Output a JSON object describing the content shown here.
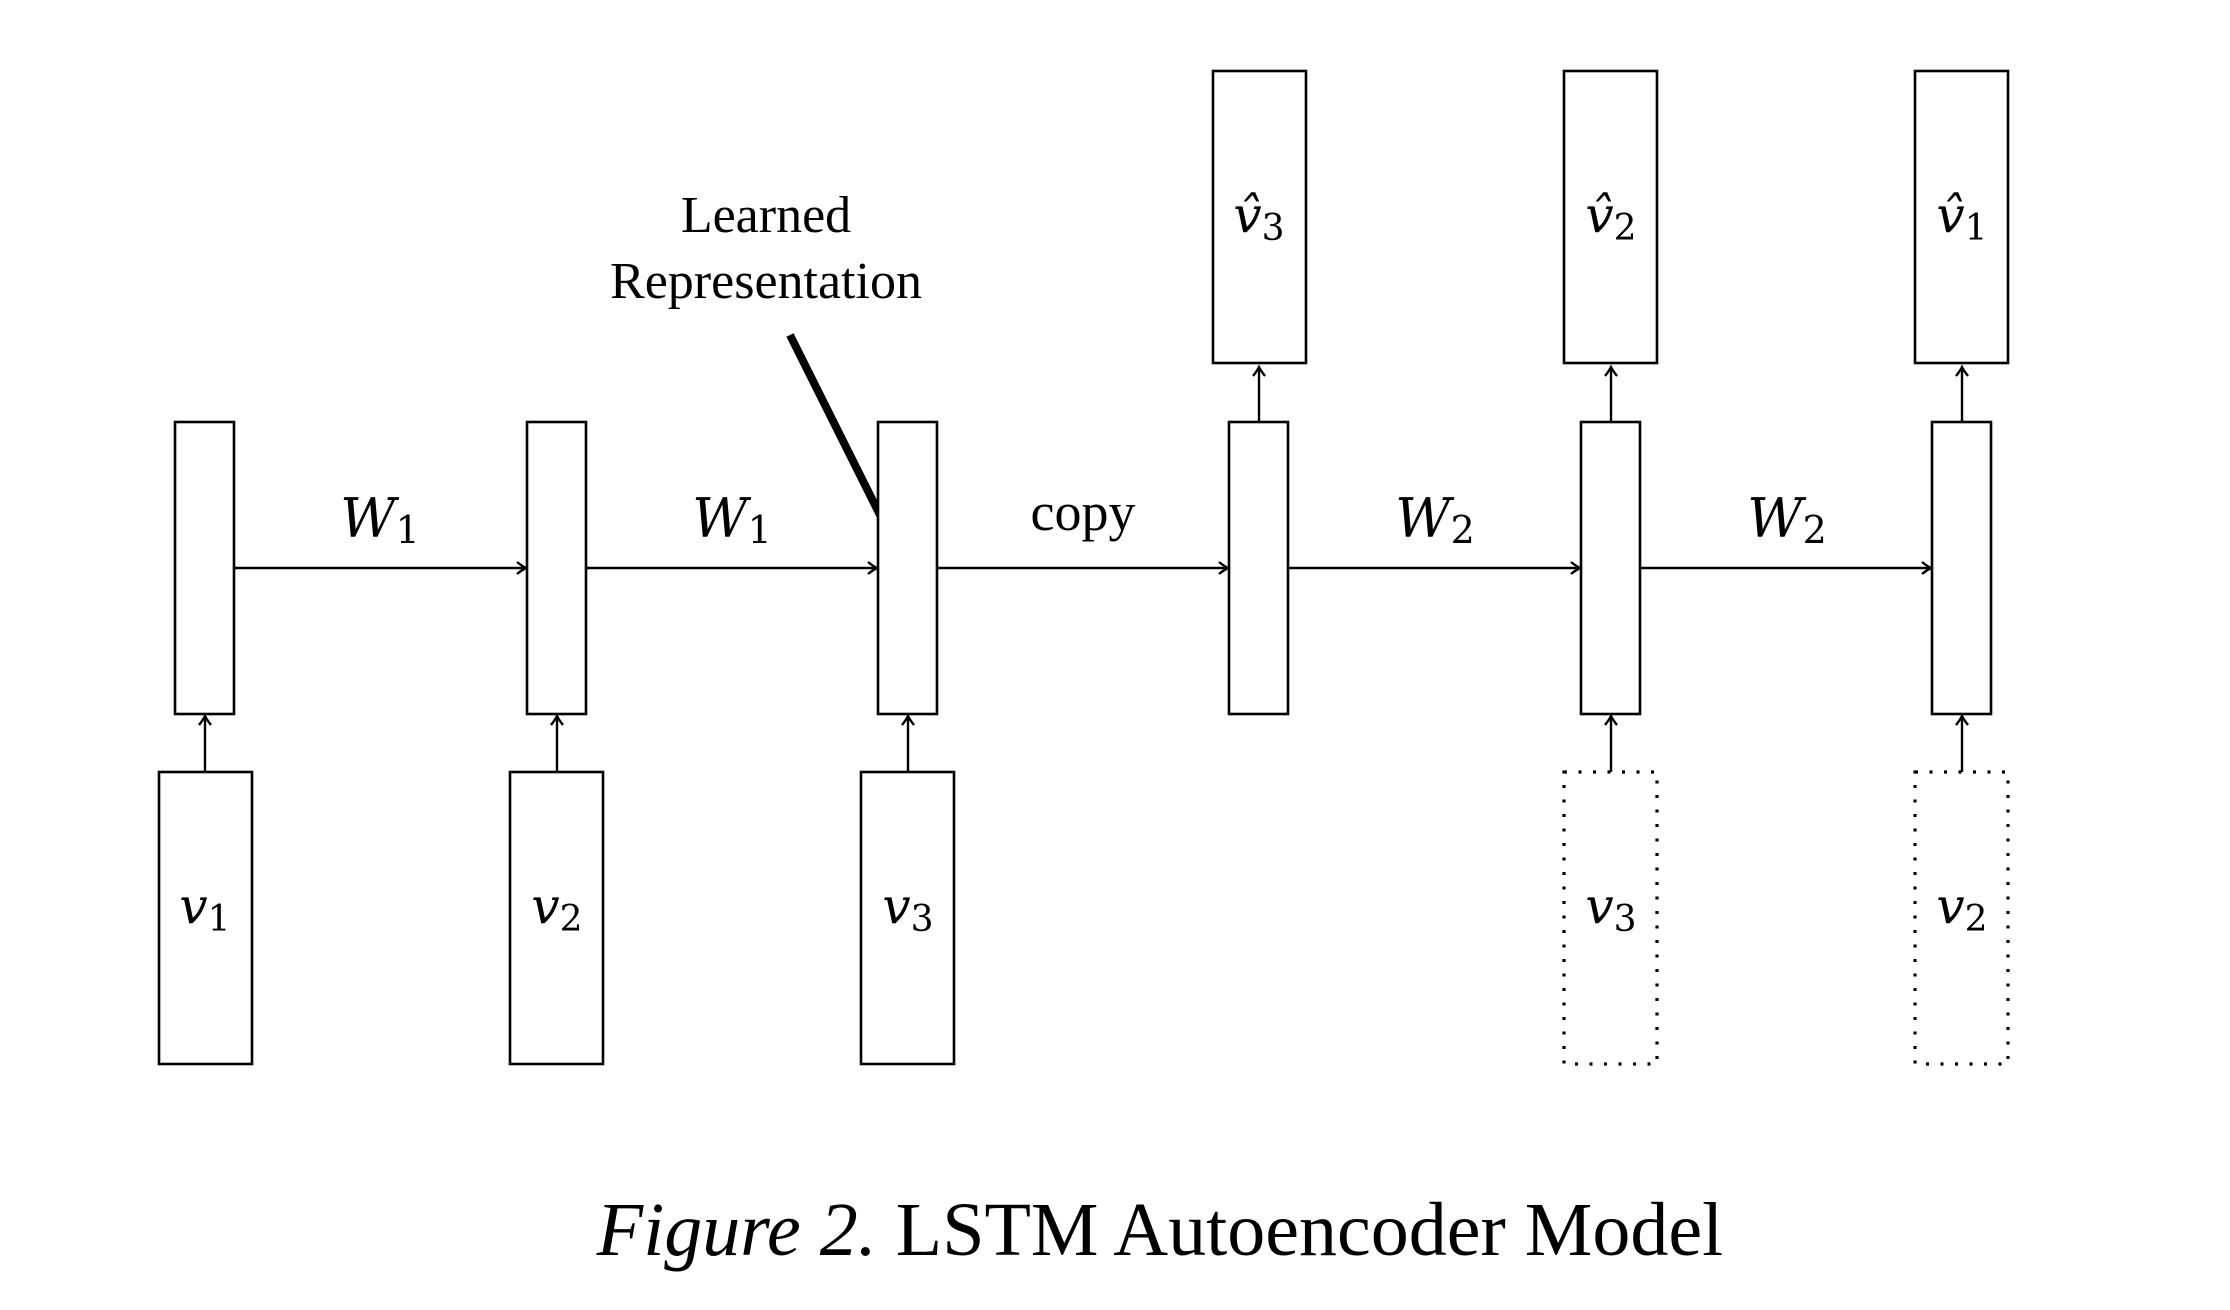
{
  "figure": {
    "caption_prefix": "Figure 2.",
    "caption_text": "LSTM Autoencoder Model",
    "annotation_line1": "Learned",
    "annotation_line2": "Representation",
    "colors": {
      "stroke": "#000000",
      "background": "#ffffff"
    }
  },
  "encoder": {
    "inputs": [
      {
        "var": "v",
        "sub": "1"
      },
      {
        "var": "v",
        "sub": "2"
      },
      {
        "var": "v",
        "sub": "3"
      }
    ],
    "transitions": [
      {
        "var": "W",
        "sub": "1"
      },
      {
        "var": "W",
        "sub": "1"
      }
    ]
  },
  "bridge": {
    "label": "copy"
  },
  "decoder": {
    "outputs": [
      {
        "var": "v̂",
        "sub": "3"
      },
      {
        "var": "v̂",
        "sub": "2"
      },
      {
        "var": "v̂",
        "sub": "1"
      }
    ],
    "conditioning_inputs": [
      {
        "var": "v",
        "sub": "3"
      },
      {
        "var": "v",
        "sub": "2"
      }
    ],
    "transitions": [
      {
        "var": "W",
        "sub": "2"
      },
      {
        "var": "W",
        "sub": "2"
      }
    ]
  }
}
